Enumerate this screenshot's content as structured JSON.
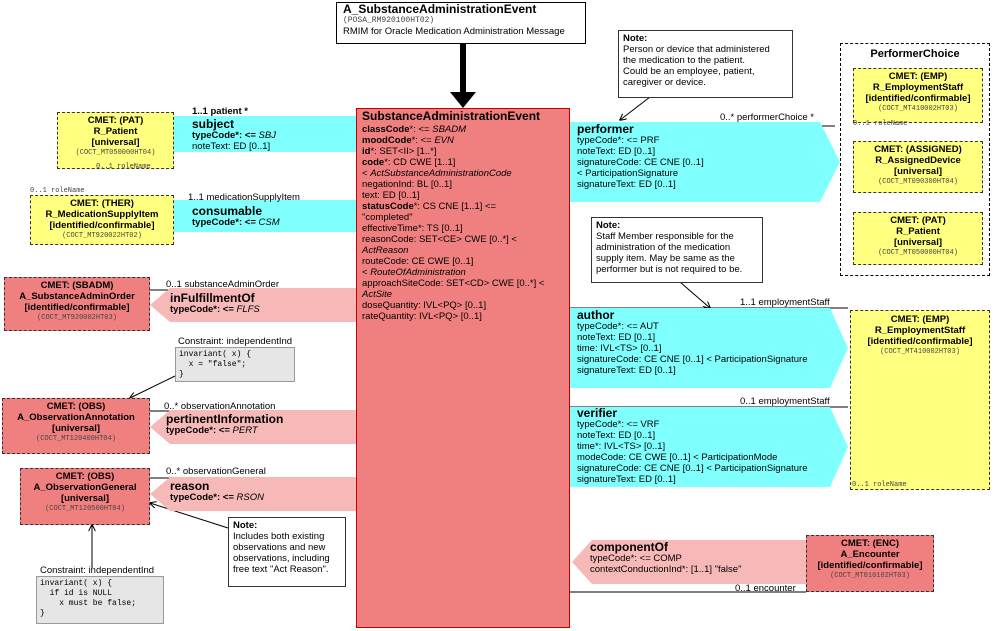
{
  "title_box": {
    "name": "A_SubstanceAdministrationEvent",
    "id": "(POSA_RM920100HT02)",
    "description": "RMIM for Oracle Medication Administration Message"
  },
  "main_class": {
    "name": "SubstanceAdministrationEvent",
    "lines": [
      [
        "classCode",
        "*: <= ",
        "SBADM"
      ],
      [
        "moodCode",
        "*: <= ",
        "EVN"
      ],
      [
        "id",
        "*: SET<II> [1..*]",
        ""
      ],
      [
        "code",
        "*: CD CWE [1..1]",
        ""
      ],
      [
        "",
        "  < ",
        "ActSubstanceAdministrationCode"
      ],
      [
        "",
        "negationInd: BL [0..1]",
        ""
      ],
      [
        "",
        "text: ED [0..1]",
        ""
      ],
      [
        "statusCode",
        "*: CS CNE [1..1] <=",
        ""
      ],
      [
        "",
        "\"completed\"",
        ""
      ],
      [
        "",
        "effectiveTime*: TS [0..1]",
        ""
      ],
      [
        "",
        "reasonCode: SET<CE> CWE [0..*] <",
        ""
      ],
      [
        "",
        "",
        "ActReason"
      ],
      [
        "",
        "routeCode: CE CWE [0..1]",
        ""
      ],
      [
        "",
        "  < ",
        "RouteOfAdministration"
      ],
      [
        "",
        "approachSiteCode: SET<CD> CWE [0..*] <",
        ""
      ],
      [
        "",
        "",
        "ActSite"
      ],
      [
        "",
        "doseQuantity: IVL<PQ> [0..1]",
        ""
      ],
      [
        "",
        "rateQuantity: IVL<PQ> [0..1]",
        ""
      ]
    ]
  },
  "left_assocs": {
    "subject": {
      "name": "subject",
      "type_prefix": "typeCode*: <= ",
      "type": "SBJ",
      "extra": "noteText: ED [0..1]",
      "label": "1..1 patient  *"
    },
    "consumable": {
      "name": "consumable",
      "type_prefix": "typeCode*: <= ",
      "type": "CSM",
      "label": "1..1 medicationSupplyItem"
    },
    "inFulfillmentOf": {
      "name": "inFulfillmentOf",
      "type_prefix": "typeCode*: <= ",
      "type": "FLFS",
      "label": "0..1 substanceAdminOrder"
    },
    "pertinentInformation": {
      "name": "pertinentInformation",
      "type_prefix": "typeCode*: <= ",
      "type": "PERT",
      "label": "0..* observationAnnotation"
    },
    "reason": {
      "name": "reason",
      "type_prefix": "typeCode*: <= ",
      "type": "RSON",
      "label": "0..* observationGeneral"
    }
  },
  "right_assocs": {
    "performer": {
      "name": "performer",
      "lines": [
        "typeCode*: <= PRF",
        "noteText: ED [0..1]",
        "signatureCode: CE CNE [0..1]",
        "< ParticipationSignature",
        "signatureText: ED [0..1]"
      ],
      "label": "0..* performerChoice  *"
    },
    "author": {
      "name": "author",
      "lines": [
        "typeCode*: <= AUT",
        "noteText: ED [0..1]",
        "time: IVL<TS> [0..1]",
        "signatureCode: CE CNE [0..1] < ParticipationSignature",
        "signatureText: ED [0..1]"
      ],
      "label": "1..1 employmentStaff"
    },
    "verifier": {
      "name": "verifier",
      "lines": [
        "typeCode*: <= VRF",
        "noteText: ED [0..1]",
        "time*: IVL<TS> [0..1]",
        "modeCode: CE CWE [0..1] < ParticipationMode",
        "signatureCode: CE CNE [0..1] < ParticipationSignature",
        "signatureText: ED [0..1]"
      ],
      "label": "0..1 employmentStaff"
    },
    "componentOf": {
      "name": "componentOf",
      "lines": [
        "typeCode*: <= COMP",
        "contextConductionInd*: [1..1] \"false\""
      ],
      "label": "0..1 encounter"
    }
  },
  "cmets": {
    "patient": {
      "l1": "CMET: (PAT)",
      "l2": "R_Patient",
      "l3": "[universal]",
      "id": "(COCT_MT050000HT04)",
      "role": "0..1 roleName"
    },
    "supply": {
      "l1": "CMET: (THER)",
      "l2": "R_MedicationSupplyItem",
      "l3": "[identified/confirmable]",
      "id": "(COCT_MT920022HT02)",
      "role": "0..1 roleName"
    },
    "order": {
      "l1": "CMET: (SBADM)",
      "l2": "A_SubstanceAdminOrder",
      "l3": "[identified/confirmable]",
      "id": "(COCT_MT920002HT03)"
    },
    "annotation": {
      "l1": "CMET: (OBS)",
      "l2": "A_ObservationAnnotation",
      "l3": "[universal]",
      "id": "(COCT_MT120400HT04)"
    },
    "general": {
      "l1": "CMET: (OBS)",
      "l2": "A_ObservationGeneral",
      "l3": "[universal]",
      "id": "(COCT_MT120500HT04)"
    },
    "encounter": {
      "l1": "CMET: (ENC)",
      "l2": "A_Encounter",
      "l3": "[identified/confirmable]",
      "id": "(COCT_MT010102HT03)"
    },
    "employment": {
      "l1": "CMET: (EMP)",
      "l2": "R_EmploymentStaff",
      "l3": "[identified/confirmable]",
      "id": "(COCT_MT410002HT03)",
      "role": "0..1 roleName"
    }
  },
  "performer_choice": {
    "title": "PerformerChoice",
    "emp": {
      "l1": "CMET: (EMP)",
      "l2": "R_EmploymentStaff",
      "l3": "[identified/confirmable]",
      "id": "(COCT_MT410002HT03)",
      "role": "0..1 roleName"
    },
    "device": {
      "l1": "CMET: (ASSIGNED)",
      "l2": "R_AssignedDevice",
      "l3": "[universal]",
      "id": "(COCT_MT090300HT04)",
      "role": "0..1 roleName"
    },
    "pat": {
      "l1": "CMET: (PAT)",
      "l2": "R_Patient",
      "l3": "[universal]",
      "id": "(COCT_MT050000HT04)"
    }
  },
  "notes": {
    "performer": {
      "title": "Note:",
      "text": [
        "Person or device that administered",
        "the medication to the patient.",
        "Could be an employee, patient,",
        "caregiver or device."
      ]
    },
    "author": {
      "title": "Note:",
      "text": [
        "Staff Member responsible for the",
        "administration of the medication",
        "supply item.  May be same as the",
        "performer but is not required to be."
      ]
    },
    "reason": {
      "title": "Note:",
      "text": [
        "Includes both existing",
        "observations and new",
        "observations, including",
        "free text \"Act Reason\"."
      ]
    }
  },
  "constraints": {
    "annotation": {
      "title": "Constraint: independentInd",
      "lines": [
        "invariant( x) {",
        "  x = \"false\";",
        "}"
      ]
    },
    "general": {
      "title": "Constraint: independentInd",
      "lines": [
        "invariant( x) {",
        "  if id is NULL",
        "    x must be false;",
        "}"
      ]
    }
  }
}
